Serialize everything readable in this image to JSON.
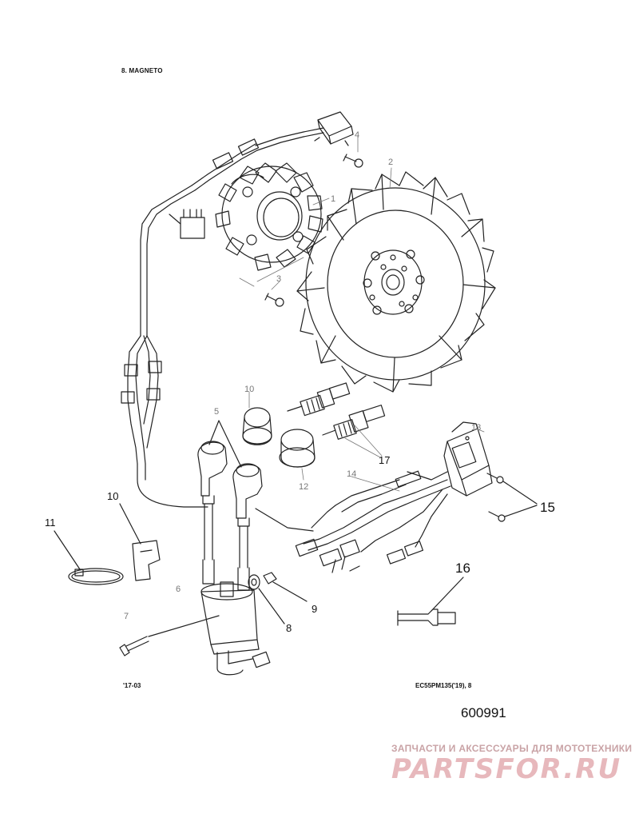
{
  "header": {
    "title": "8. MAGNETO"
  },
  "footer": {
    "date_code": "'17-03",
    "drawing_code": "EC55PM135('19), 8",
    "part_number": "600991"
  },
  "watermark": {
    "tagline": "ЗАПЧАСТИ И АКСЕССУАРЫ ДЛЯ МОТОТЕХНИКИ",
    "logo": "PARTSFOR.RU"
  },
  "callouts": {
    "c1": "1",
    "c2": "2",
    "c3": "3",
    "c4": "4",
    "c5": "5",
    "c6": "6",
    "c7": "7",
    "c8": "8",
    "c9": "9",
    "c10": "10",
    "c10b": "10",
    "c11": "11",
    "c12": "12",
    "c13": "13",
    "c14": "14",
    "c15": "15",
    "c16": "16",
    "c17": "17"
  },
  "colors": {
    "line": "#222222",
    "watermark": "#e7b8bc"
  }
}
